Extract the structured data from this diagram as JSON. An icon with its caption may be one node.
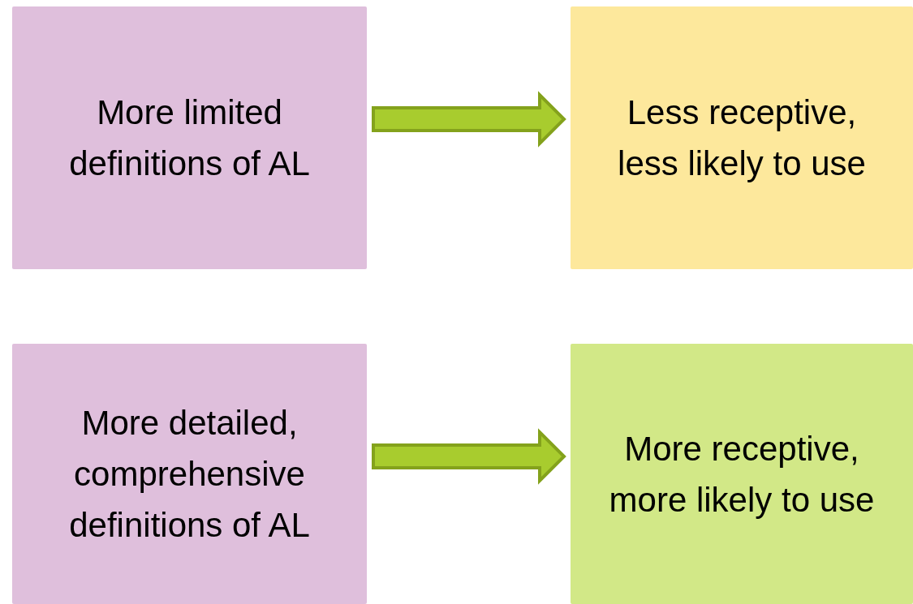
{
  "diagram": {
    "nodes": [
      {
        "text": [
          "More limited definitions of AL"
        ]
      },
      {
        "text": [
          "Less receptive, less likely to use"
        ]
      },
      {
        "text": [
          "More detailed, comprehensive definitions of AL"
        ]
      },
      {
        "text": [
          "More receptive, more likely to use"
        ]
      }
    ],
    "edges": [
      {
        "from": 0,
        "to": 1,
        "arrow": "to",
        "style": "thick"
      },
      {
        "from": 2,
        "to": 3,
        "arrow": "to",
        "style": "thick"
      }
    ]
  }
}
